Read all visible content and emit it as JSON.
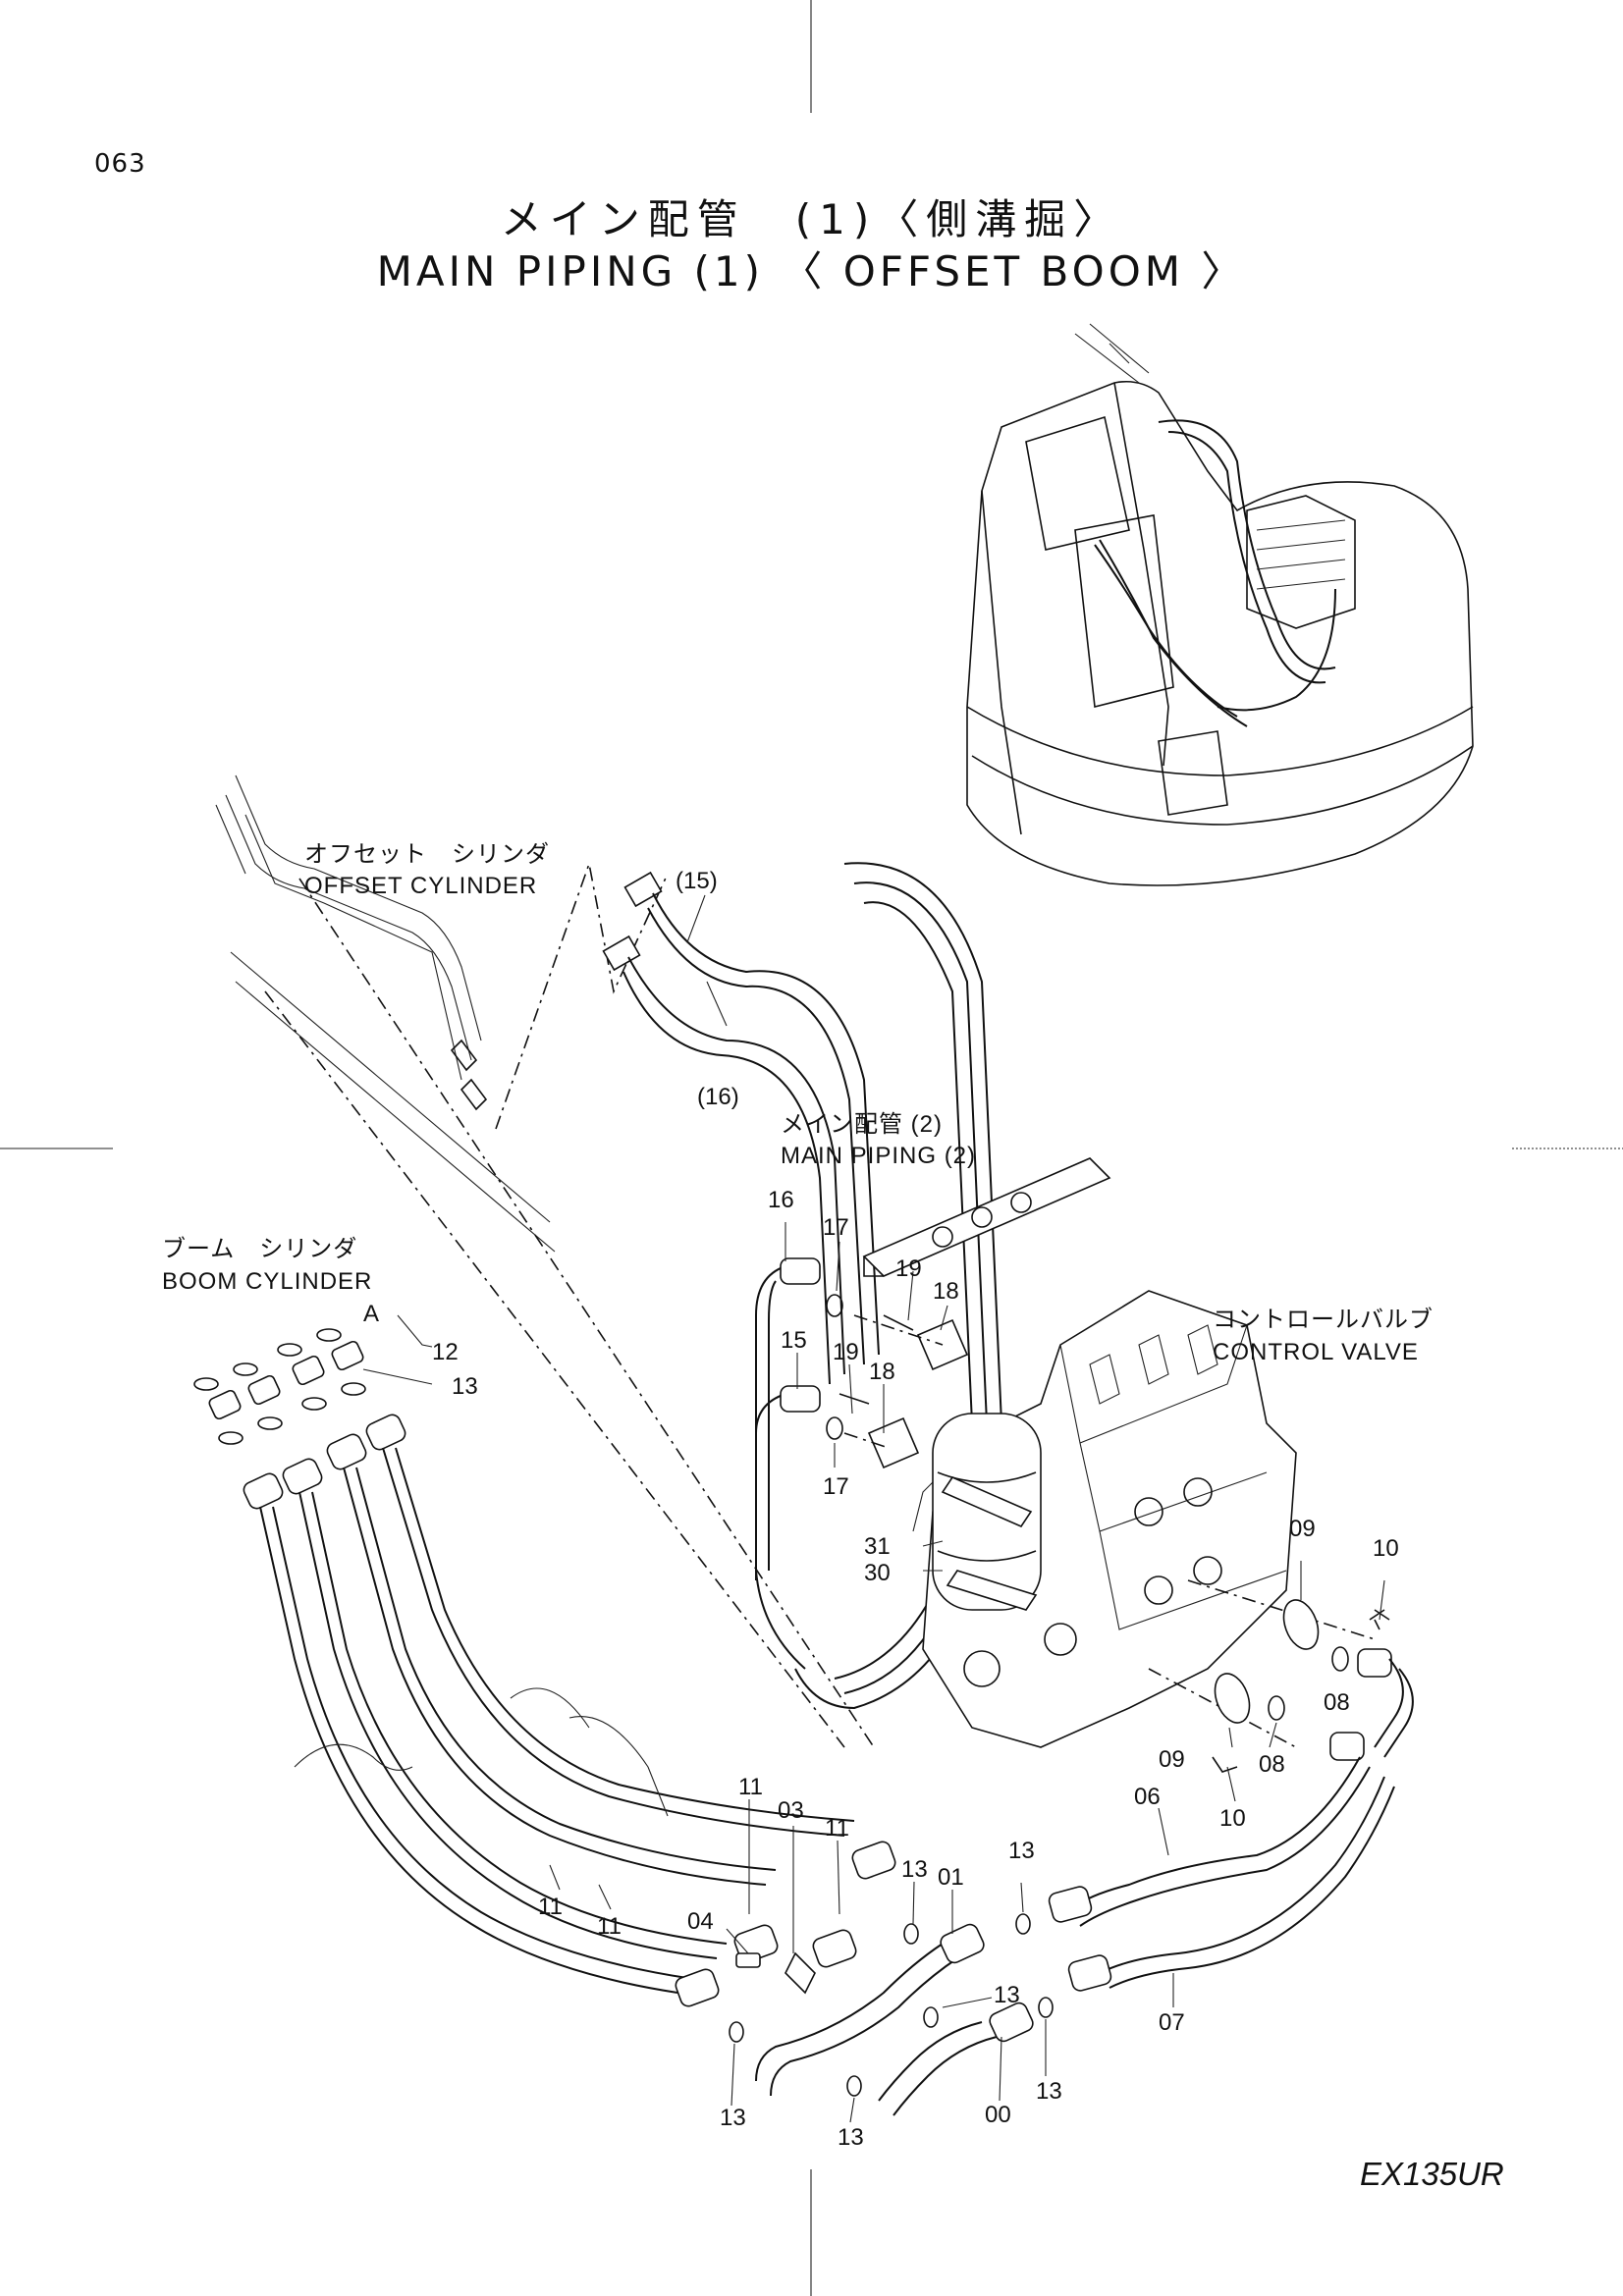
{
  "header": {
    "page_number": "063",
    "title_jp": "メイン配管　(1)〈側溝掘〉",
    "title_en": "MAIN  PIPING  (1) 〈 OFFSET  BOOM 〉"
  },
  "footer": {
    "model": "EX135UR"
  },
  "captions": {
    "offset_cylinder_jp": "オフセット　シリンダ",
    "offset_cylinder_en": "OFFSET  CYLINDER",
    "main_piping2_jp": "メイン配管 (2)",
    "main_piping2_en": "MAIN  PIPING (2)",
    "boom_cylinder_jp": "ブーム　シリンダ",
    "boom_cylinder_en": "BOOM  CYLINDER",
    "control_valve_jp": "コントロールバルブ",
    "control_valve_en": "CONTROL  VALVE",
    "view_a": "A"
  },
  "part_labels": {
    "p15_paren": "(15)",
    "p16_paren": "(16)",
    "p16": "16",
    "p17_top": "17",
    "p19_top": "19",
    "p18_top": "18",
    "p15": "15",
    "p19_mid": "19",
    "p18_mid": "18",
    "p17_mid": "17",
    "p31": "31",
    "p30": "30",
    "p12": "12",
    "p13_boom": "13",
    "p09_top": "09",
    "p10_top": "10",
    "p08_top": "08",
    "p09_bot": "09",
    "p08_bot": "08",
    "p10_bot": "10",
    "p06": "06",
    "p11_a": "11",
    "p03": "03",
    "p11_b": "11",
    "p13_a": "13",
    "p01": "01",
    "p13_b": "13",
    "p04": "04",
    "p13_c": "13",
    "p11_c": "11",
    "p11_d": "11",
    "p07": "07",
    "p13_d": "13",
    "p13_e": "13",
    "p00": "00",
    "p13_f": "13"
  }
}
